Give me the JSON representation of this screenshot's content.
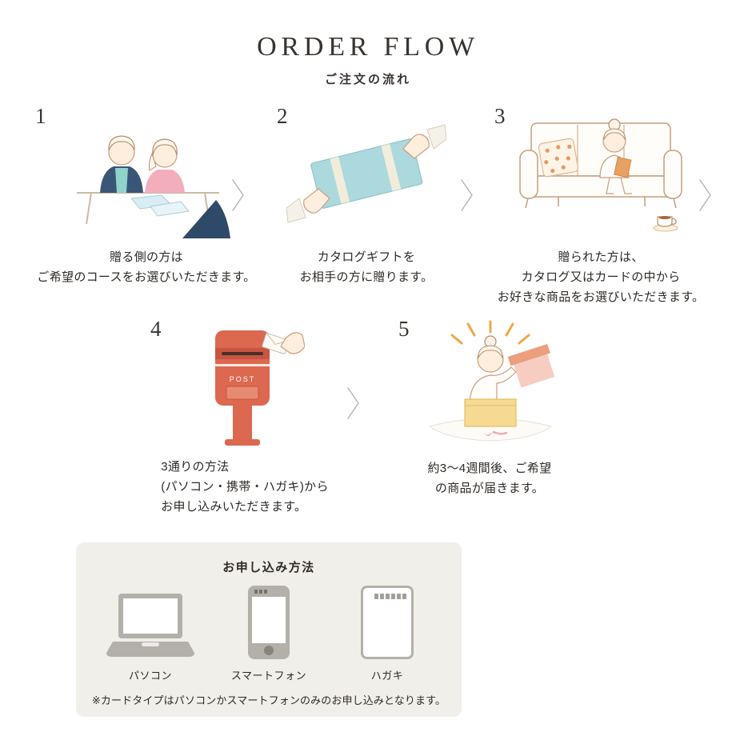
{
  "header": {
    "title": "ORDER FLOW",
    "subtitle": "ご注文の流れ"
  },
  "steps": [
    {
      "number": "1",
      "caption": "贈る側の方は\nご希望のコースをお選びいただきます。",
      "illustration": "choosing-course"
    },
    {
      "number": "2",
      "caption": "カタログギフトを\nお相手の方に贈ります。",
      "illustration": "giving-gift"
    },
    {
      "number": "3",
      "caption": "贈られた方は、\nカタログ又はカードの中から\nお好きな商品をお選びいただきます。",
      "illustration": "browsing-catalog-on-sofa"
    },
    {
      "number": "4",
      "caption": "3通りの方法\n(パソコン・携帯・ハガキ)から\nお申し込みいただきます。",
      "illustration": "mailing-postbox",
      "postbox_label": "POST"
    },
    {
      "number": "5",
      "caption": "約3〜4週間後、ご希望\nの商品が届きます。",
      "illustration": "receiving-gift"
    }
  ],
  "application": {
    "title": "お申し込み方法",
    "methods": [
      {
        "label": "パソコン",
        "icon": "laptop-icon"
      },
      {
        "label": "スマートフォン",
        "icon": "smartphone-icon"
      },
      {
        "label": "ハガキ",
        "icon": "postcard-icon"
      }
    ],
    "note": "※カードタイプはパソコンかスマートフォンのみのお申し込みとなります。"
  },
  "colors": {
    "accent_red": "#dc6850",
    "accent_teal": "#abd9de",
    "accent_pink": "#f3aebc",
    "accent_navy": "#2f4a68",
    "accent_orange": "#e8a160",
    "box_bg": "#f1efe9",
    "icon_gray": "#b3b0aa"
  }
}
